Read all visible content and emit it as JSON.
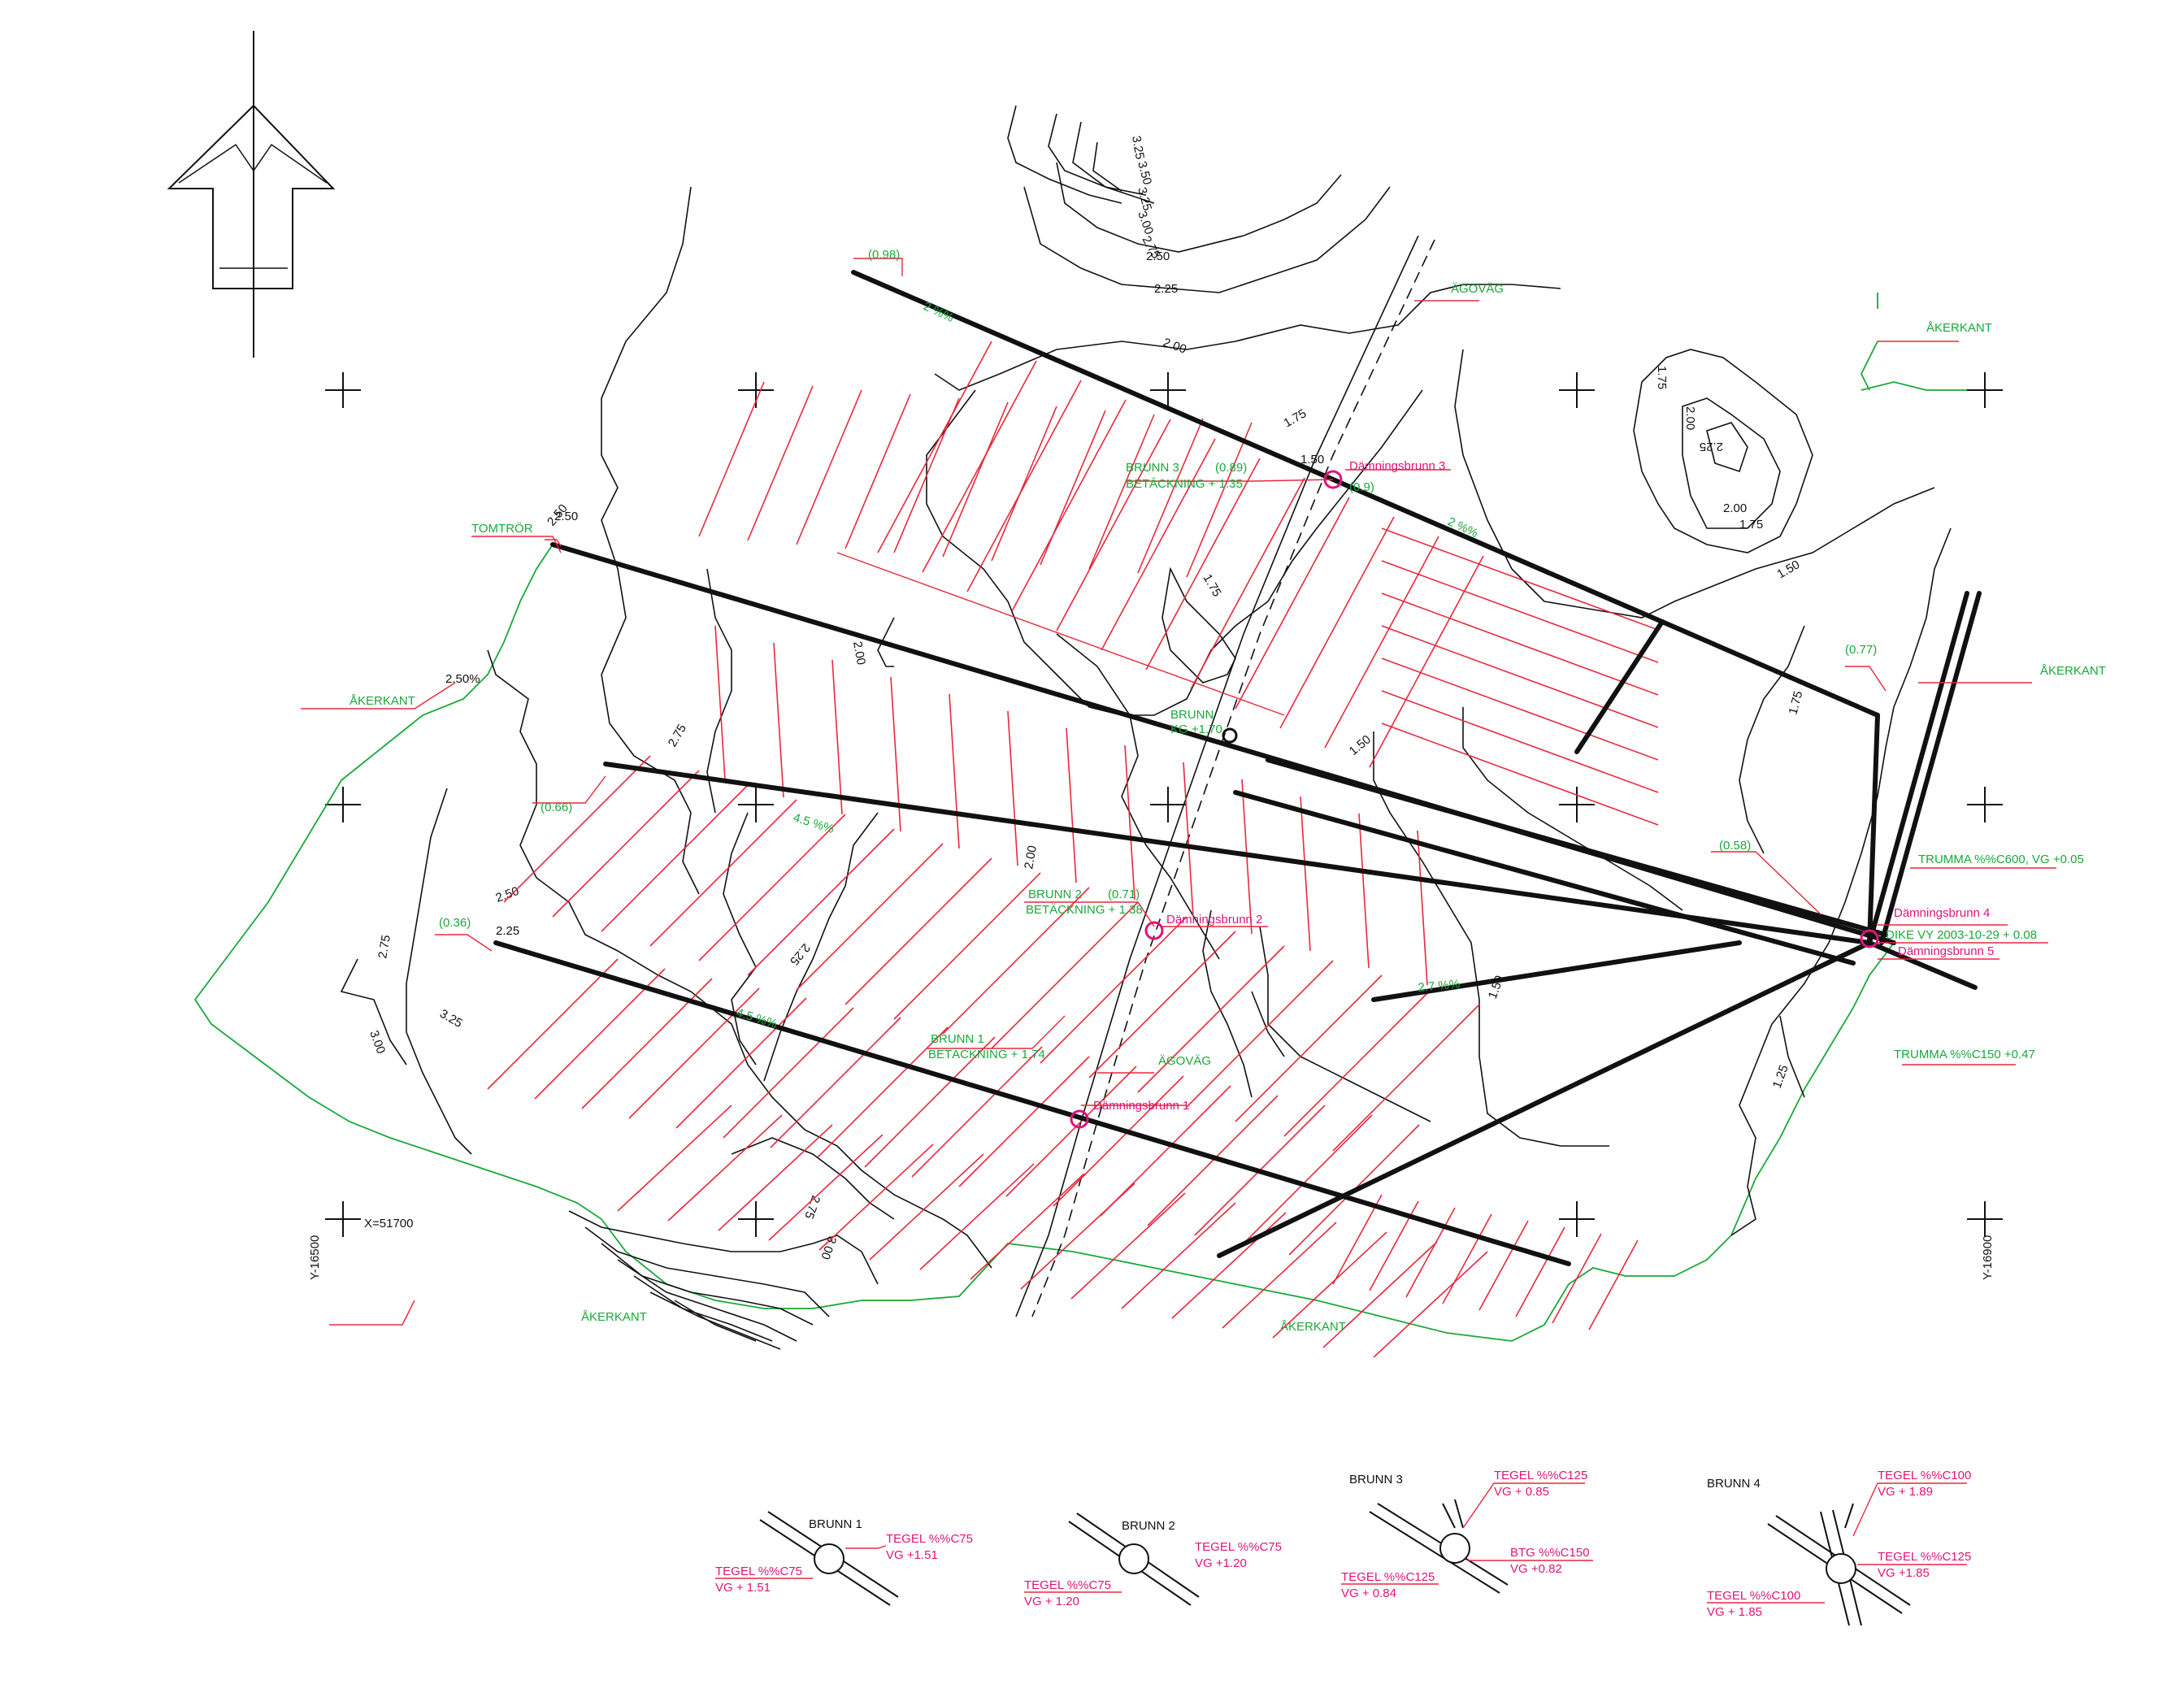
{
  "contours": {
    "l_325": "3.25",
    "l_350": "3.50",
    "l_3_25": "3.25",
    "l_300": "3.00",
    "l_275a": "2.75",
    "l_250a": "2.50",
    "l_225a": "2.25",
    "l_200a": "2.00",
    "l_175a": "1.75",
    "l_150a": "1.50",
    "l_175b": "1.75",
    "l_200b": "2.00",
    "l_225b": "2.25",
    "l_175c": "1.75",
    "l_200c": "2.00",
    "l_150b": "1.50",
    "l_175d": "1.75",
    "l_200d": "2.00",
    "l_250b": "2.50",
    "l_275b": "2.75",
    "l_250c": "2.50",
    "l_225c": "2.25",
    "l_325b": "3.25",
    "l_300b": "3.00",
    "l_275c": "2.75",
    "l_200e": "2.00",
    "l_225d": "2.25",
    "l_275d": "2.75",
    "l_300c": "3.00",
    "l_150c": "1.50",
    "l_150d": "1.50",
    "l_175e": "1.75",
    "l_125": "1.25",
    "l_250d": "2.50",
    "l_2250": "2.50%"
  },
  "labels": {
    "akerkant_nw": "ÅKERKANT",
    "akerkant_w": "ÅKERKANT",
    "akerkant_e": "ÅKERKANT",
    "akerkant_sw": "ÅKERKANT",
    "akerkant_s": "ÅKERKANT",
    "tomtror": "TOMTRÖR",
    "agovag_n": "ÄGOVÄG",
    "agovag_s": "ÄGOVÄG",
    "brunn3": "BRUNN 3",
    "brunn3_val": "(0.89)",
    "brunn3_bet": "BETÄCKNING + 1.35",
    "damm3": "Dämningsbrunn 3",
    "damm3_val": "(0.9)",
    "brunn_mid": "BRUNN",
    "brunn_mid_sub": "KG +1.70",
    "brunn2": "BRUNN 2",
    "brunn2_val": "(0.71)",
    "brunn2_bet": "BETÄCKNING + 1.38",
    "damm2": "Dämningsbrunn 2",
    "brunn1": "BRUNN 1",
    "brunn1_bet": "BETÄCKNING + 1.74",
    "damm1": "Dämningsbrunn 1",
    "damm4": "Dämningsbrunn 4",
    "damm5": "Dämningsbrunn 5",
    "dike": "DIKE VY 2003-10-29 + 0.08",
    "trumma600": "TRUMMA %%C600, VG +0.05",
    "trumma150": "TRUMMA %%C150 +0.47",
    "v098": "(0.98)",
    "v066": "(0.66)",
    "v036": "(0.36)",
    "v058": "(0.58)",
    "v077": "(0.77)",
    "slope_n": "2 %%",
    "slope_ne": "2 %%",
    "slope_mid": "4.5 %%",
    "slope_low": "4.5 %%",
    "slope_27": "2.7 %%",
    "coord_x": "X=51700",
    "coord_y1": "Y-16500",
    "coord_y2": "Y-16900"
  },
  "details": [
    {
      "name": "BRUNN 1",
      "in_pipe": "TEGEL %%C75",
      "in_vg": "VG + 1.51",
      "out_pipe": "TEGEL %%C75",
      "out_vg": "VG +1.51"
    },
    {
      "name": "BRUNN 2",
      "in_pipe": "TEGEL %%C75",
      "in_vg": "VG + 1.20",
      "out_pipe": "TEGEL %%C75",
      "out_vg": "VG +1.20"
    },
    {
      "name": "BRUNN 3",
      "in_pipe": "TEGEL %%C125",
      "in_vg": "VG + 0.84",
      "out_pipe": "TEGEL %%C125",
      "out_vg": "VG + 0.85",
      "extra_pipe": "BTG %%C150",
      "extra_vg": "VG +0.82"
    },
    {
      "name": "BRUNN 4",
      "in_pipe": "TEGEL %%C100",
      "in_vg": "VG + 1.85",
      "out_pipe": "TEGEL %%C100",
      "out_vg": "VG + 1.89",
      "extra_pipe": "TEGEL %%C125",
      "extra_vg": "VG +1.85"
    }
  ],
  "colors": {
    "drain": "#111111",
    "lateral": "#e8283c",
    "field_edge": "#1aa83a",
    "label_green": "#1aa83a",
    "label_magenta": "#e0137a"
  },
  "icons": {
    "north_arrow": "north-arrow-icon"
  }
}
